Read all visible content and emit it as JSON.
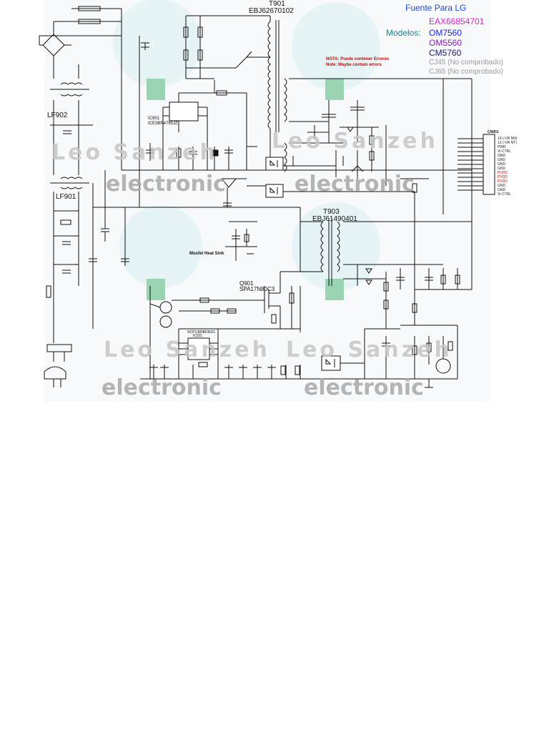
{
  "colors": {
    "background": "#ffffff",
    "wire": "#111111",
    "title_blue": "#1c48d8",
    "part_magenta": "#e01ad8",
    "models_teal": "#1f7f8c",
    "model_blue": "#1a1aff",
    "model_purple": "#8a19b4",
    "model_navy": "#1a1a7a",
    "untested_gray": "#9a9a9a",
    "note_red": "#d40000",
    "watermark_gray": "#bdbdbd",
    "watermark_green": "#4fb67a",
    "watermark_teal": "#5ab3c4"
  },
  "header": {
    "title": "Fuente Para LG",
    "part_number": "EAX66854701",
    "models_label": "Modelos:",
    "models": [
      "OM7560",
      "OM5560",
      "CM5760"
    ],
    "untested": [
      "CJ45 (No comprobado)",
      "CJ65 (No comprobado)"
    ]
  },
  "notes": {
    "es": "NOTA: Puede contener Errores",
    "en": "Note: Maybe contain errors",
    "heatsink": "Mosfet Heat Sink"
  },
  "transformers": {
    "t901": {
      "ref": "T901",
      "part": "EBJ62670102"
    },
    "t903": {
      "ref": "T903",
      "part": "EBJ61490401"
    }
  },
  "filters": {
    "lf902": "LF902",
    "lf901": "LF901"
  },
  "ics": {
    "ic901": {
      "ref": "IC901",
      "part": "ICE3BR4765JZ"
    },
    "q901": {
      "ref": "Q901",
      "part": "SPA17N80C3"
    },
    "ic911": {
      "ref": "IC911",
      "part": "NCP1380BDR2G"
    }
  },
  "connector": {
    "ref": "CN901",
    "pins": [
      "14 (-VR NN)",
      "13 (-VR NT)",
      "PWR",
      "Vi-CTRL",
      "GND",
      "GND",
      "GND",
      "GND",
      "PVDD",
      "PVDD",
      "PVDD",
      "GND",
      "GND",
      "Vi-CTRL"
    ]
  },
  "watermark": {
    "brand": "Leo Sanzeh",
    "word": "electronic"
  }
}
